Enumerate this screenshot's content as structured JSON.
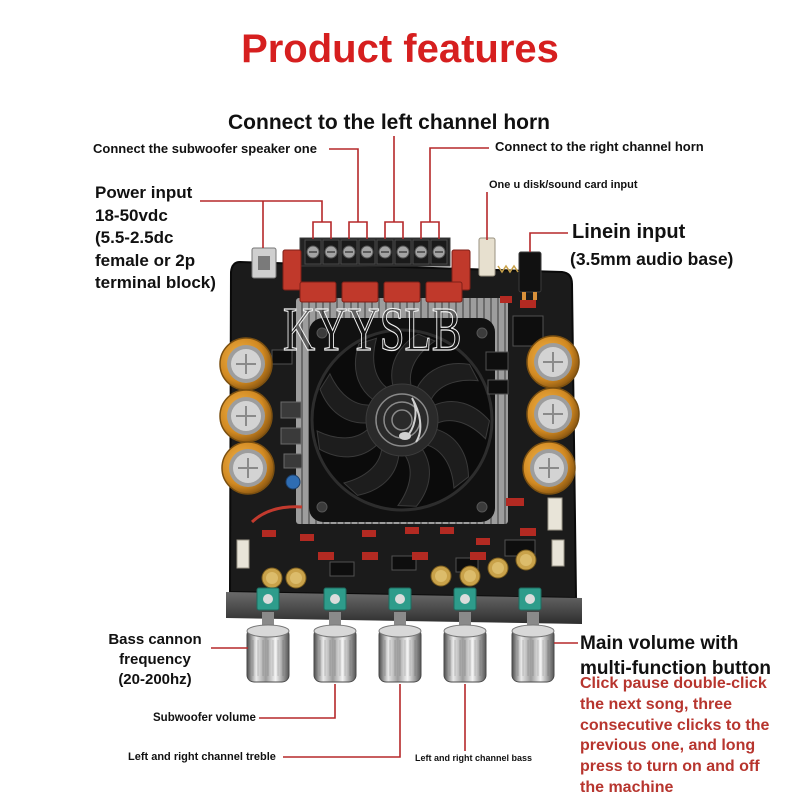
{
  "title": "Product features",
  "colors": {
    "title": "#d61f1f",
    "leader_lines": "#b5282a",
    "note_text": "#b7352e",
    "label_text": "#111111"
  },
  "labels": {
    "left_channel_horn": "Connect to the left channel horn",
    "subwoofer_speaker": "Connect the subwoofer speaker one",
    "right_channel_horn": "Connect to the right channel horn",
    "power_input": [
      "Power input",
      "18-50vdc",
      "(5.5-2.5dc",
      "female or 2p",
      "terminal block)"
    ],
    "usb_sound_card_input": "One u disk/sound card input",
    "linein_input": "Linein input",
    "linein_detail": "(3.5mm audio base)",
    "bass_cannon_frequency": [
      "Bass cannon",
      "frequency",
      "(20-200hz)"
    ],
    "subwoofer_volume": "Subwoofer volume",
    "channel_treble": "Left and right channel treble",
    "channel_bass": "Left and right channel bass",
    "main_volume": [
      "Main volume with",
      "multi-function button"
    ],
    "main_volume_note": [
      "Click pause double-click",
      "the next song, three",
      "consecutive clicks to the",
      "previous one, and long",
      "press to turn on and off",
      "the machine"
    ]
  },
  "watermark": "KYYSLB",
  "icons": {
    "fan_logo": "music-note-icon"
  }
}
